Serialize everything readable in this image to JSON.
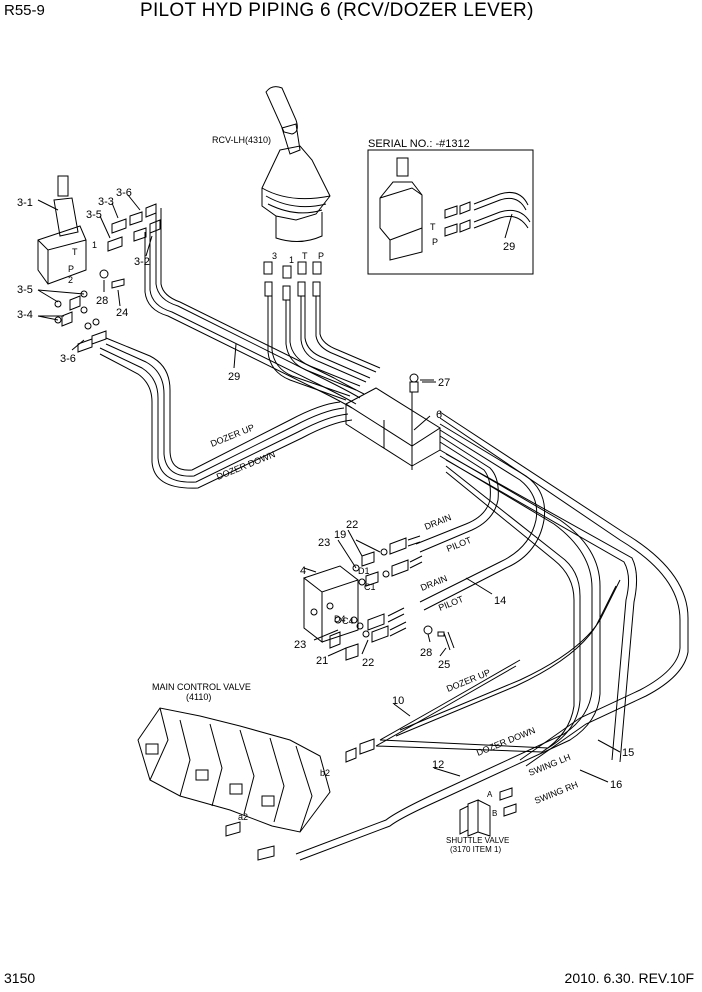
{
  "header": {
    "model": "R55-9",
    "title": "PILOT HYD PIPING 6 (RCV/DOZER LEVER)"
  },
  "footer": {
    "page": "3150",
    "revision": "2010. 6.30.  REV.10F"
  },
  "labels": {
    "rcv": "RCV-LH(4310)",
    "serial": "SERIAL NO.: -#1312",
    "mcv_line1": "MAIN CONTROL VALVE",
    "mcv_line2": "(4110)",
    "shuttle_line1": "SHUTTLE VALVE",
    "shuttle_line2": "(3170 ITEM 1)",
    "dozer_up": "DOZER UP",
    "dozer_down": "DOZER DOWN",
    "drain": "DRAIN",
    "pilot": "PILOT",
    "swing_lh": "SWING LH",
    "swing_rh": "SWING RH"
  },
  "port_labels": {
    "t": "T",
    "p": "P",
    "one": "1",
    "two": "2",
    "three": "3",
    "d1": "D1",
    "c1": "C1",
    "d4": "D4",
    "c4": "C4",
    "a": "A",
    "b": "B",
    "b2": "b2",
    "a2": "a2"
  },
  "callouts": {
    "c3_1": "3-1",
    "c3_3": "3-3",
    "c3_6a": "3-6",
    "c3_5a": "3-5",
    "c3_2": "3-2",
    "c3_5b": "3-5",
    "c3_4": "3-4",
    "c3_6b": "3-6",
    "c28a": "28",
    "c24": "24",
    "c29a": "29",
    "c29b": "29",
    "c27": "27",
    "c6": "6",
    "c22a": "22",
    "c19": "19",
    "c23a": "23",
    "c4": "4",
    "c14": "14",
    "c23b": "23",
    "c21": "21",
    "c22b": "22",
    "c28b": "28",
    "c25": "25",
    "c10": "10",
    "c12": "12",
    "c15": "15",
    "c16": "16"
  }
}
